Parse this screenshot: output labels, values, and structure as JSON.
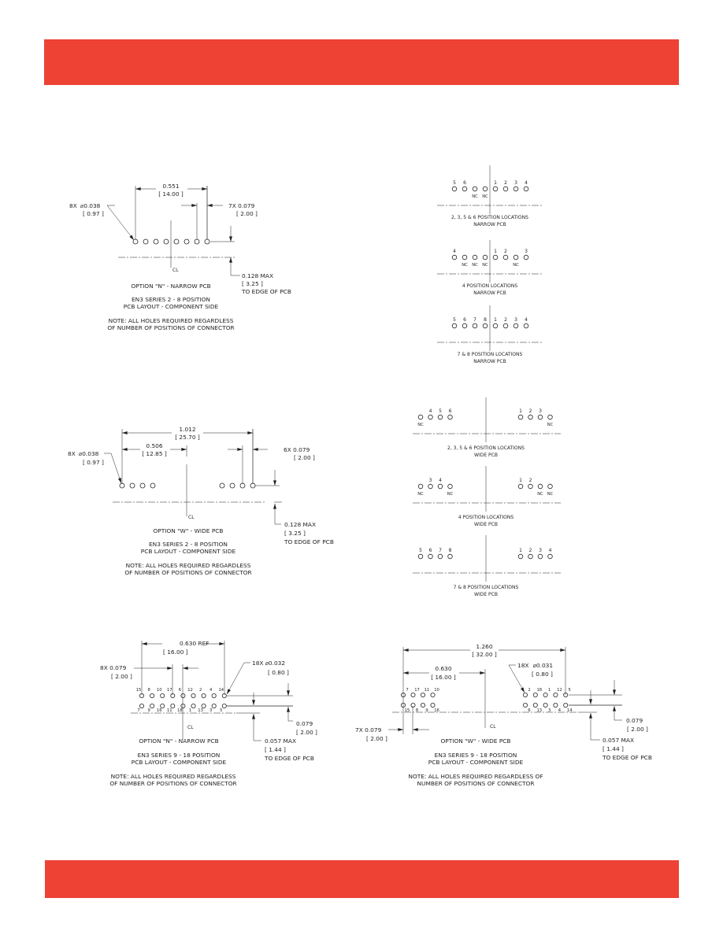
{
  "colors": {
    "band": "#ee4235",
    "ink": "#231f20"
  },
  "diagrams": {
    "narrow_2_8": {
      "holes_label": "8X",
      "hole_dia": "0.038",
      "hole_dia_mm": "[ 0.97 ]",
      "span": "0.551",
      "span_mm": "[ 14.00 ]",
      "pitch_label": "7X 0.079",
      "pitch_mm": "[ 2.00 ]",
      "edge": "0.128   MAX",
      "edge_mm": "[ 3.25 ]",
      "edge_note": "TO EDGE OF PCB",
      "cl": "CL",
      "title1": "OPTION \"N\" - NARROW PCB",
      "title2": "EN3 SERIES 2 - 8 POSITION",
      "title3": "PCB LAYOUT - COMPONENT SIDE",
      "note1": "NOTE: ALL HOLES REQUIRED REGARDLESS",
      "note2": "OF NUMBER OF POSITIONS OF CONNECTOR"
    },
    "wide_2_8": {
      "holes_label": "8X",
      "hole_dia": "0.038",
      "hole_dia_mm": "[ 0.97 ]",
      "span": "1.012",
      "span_mm": "[ 25.70 ]",
      "half": "0.506",
      "half_mm": "[ 12.85 ]",
      "pitch_label": "6X 0.079",
      "pitch_mm": "[ 2.00 ]",
      "edge": "0.128   MAX",
      "edge_mm": "[ 3.25 ]",
      "edge_note": "TO EDGE OF PCB",
      "cl": "CL",
      "title1": "OPTION \"W\" - WIDE PCB",
      "title2": "EN3 SERIES 2 - 8 POSITION",
      "title3": "PCB LAYOUT - COMPONENT SIDE",
      "note1": "NOTE: ALL HOLES REQUIRED REGARDLESS",
      "note2": "OF NUMBER OF POSITIONS OF CONNECTOR"
    },
    "narrow_9_18": {
      "ref": "0.630   REF",
      "ref_mm": "[ 16.00 ]",
      "pitch_label": "8X   0.079",
      "pitch_mm": "[ 2.00 ]",
      "holes_label": "18X",
      "hole_dia": "0.032",
      "hole_dia_mm": "[ 0.80 ]",
      "top_row": [
        "15",
        "8",
        "10",
        "17",
        "6",
        "12",
        "2",
        "4",
        "14"
      ],
      "bottom_row": [
        "7",
        "9",
        "16",
        "11",
        "18",
        "1",
        "13",
        "3",
        "5"
      ],
      "row_gap": "0.079",
      "row_gap_mm": "[ 2.00 ]",
      "edge": "0.057    MAX",
      "edge_mm": "[ 1.44 ]",
      "edge_note": "TO EDGE OF PCB",
      "cl": "CL",
      "title1": "OPTION \"N\" - NARROW PCB",
      "title2": "EN3 SERIES 9 - 18 POSITION",
      "title3": "PCB LAYOUT - COMPONENT SIDE",
      "note1": "NOTE: ALL HOLES REQUIRED REGARDLESS",
      "note2": "OF NUMBER OF POSITIONS OF CONNECTOR"
    },
    "wide_9_18": {
      "span": "1.260",
      "span_mm": "[ 32.00 ]",
      "half": "0.630",
      "half_mm": "[ 16.00 ]",
      "holes_label": "18X",
      "hole_dia": "0.031",
      "hole_dia_mm": "[ 0.80 ]",
      "left_top": [
        "7",
        "17",
        "11",
        "10"
      ],
      "left_bottom": [
        "15",
        "8",
        "9",
        "16"
      ],
      "right_top": [
        "2",
        "18",
        "1",
        "12",
        "5"
      ],
      "right_bottom": [
        "6",
        "13",
        "3",
        "4",
        "14"
      ],
      "pitch_label": "7X   0.079",
      "pitch_mm": "[ 2.00 ]",
      "row_gap": "0.079",
      "row_gap_mm": "[ 2.00 ]",
      "edge": "0.057    MAX",
      "edge_mm": "[ 1.44 ]",
      "edge_note": "TO EDGE OF PCB",
      "cl": "CL",
      "title1": "OPTION \"W\" - WIDE PCB",
      "title2": "EN3 SERIES 9 - 18 POSITION",
      "title3": "PCB LAYOUT - COMPONENT SIDE",
      "note1": "NOTE: ALL HOLES REQUIRED REGARDLESS OF",
      "note2": "NUMBER OF POSITIONS OF CONNECTOR"
    },
    "locations": {
      "narrow_2356": {
        "nums": [
          "5",
          "6",
          "",
          "",
          "1",
          "2",
          "3",
          "4"
        ],
        "nc": [
          "",
          "",
          "NC",
          "NC",
          "",
          "",
          "",
          ""
        ],
        "caption1": "2, 3, 5 & 6 POSITION LOCATIONS",
        "caption2": "NARROW PCB"
      },
      "narrow_4": {
        "nums": [
          "4",
          "",
          "",
          "",
          "1",
          "2",
          "",
          "3"
        ],
        "nc": [
          "",
          "NC",
          "NC",
          "NC",
          "",
          "",
          "NC",
          ""
        ],
        "caption1": "4 POSITION LOCATIONS",
        "caption2": "NARROW PCB"
      },
      "narrow_78": {
        "nums": [
          "5",
          "6",
          "7",
          "8",
          "1",
          "2",
          "3",
          "4"
        ],
        "nc": [
          "",
          "",
          "",
          "",
          "",
          "",
          "",
          ""
        ],
        "caption1": "7 & 8 POSITION LOCATIONS",
        "caption2": "NARROW PCB"
      },
      "wide_2356": {
        "nums": [
          "",
          "4",
          "5",
          "6",
          "1",
          "2",
          "3",
          ""
        ],
        "nc": [
          "NC",
          "",
          "",
          "",
          "",
          "",
          "",
          "NC"
        ],
        "caption1": "2, 3, 5 & 6 POSITION LOCATIONS",
        "caption2": "WIDE PCB"
      },
      "wide_4": {
        "nums": [
          "",
          "3",
          "4",
          "",
          "1",
          "2",
          "",
          ""
        ],
        "nc": [
          "NC",
          "",
          "",
          "NC",
          "",
          "",
          "NC",
          "NC"
        ],
        "caption1": "4 POSITION LOCATIONS",
        "caption2": "WIDE PCB"
      },
      "wide_78": {
        "nums": [
          "5",
          "6",
          "7",
          "8",
          "1",
          "2",
          "3",
          "4"
        ],
        "nc": [
          "",
          "",
          "",
          "",
          "",
          "",
          "",
          ""
        ],
        "caption1": "7 & 8 POSITION LOCATIONS",
        "caption2": "WIDE PCB"
      }
    }
  }
}
